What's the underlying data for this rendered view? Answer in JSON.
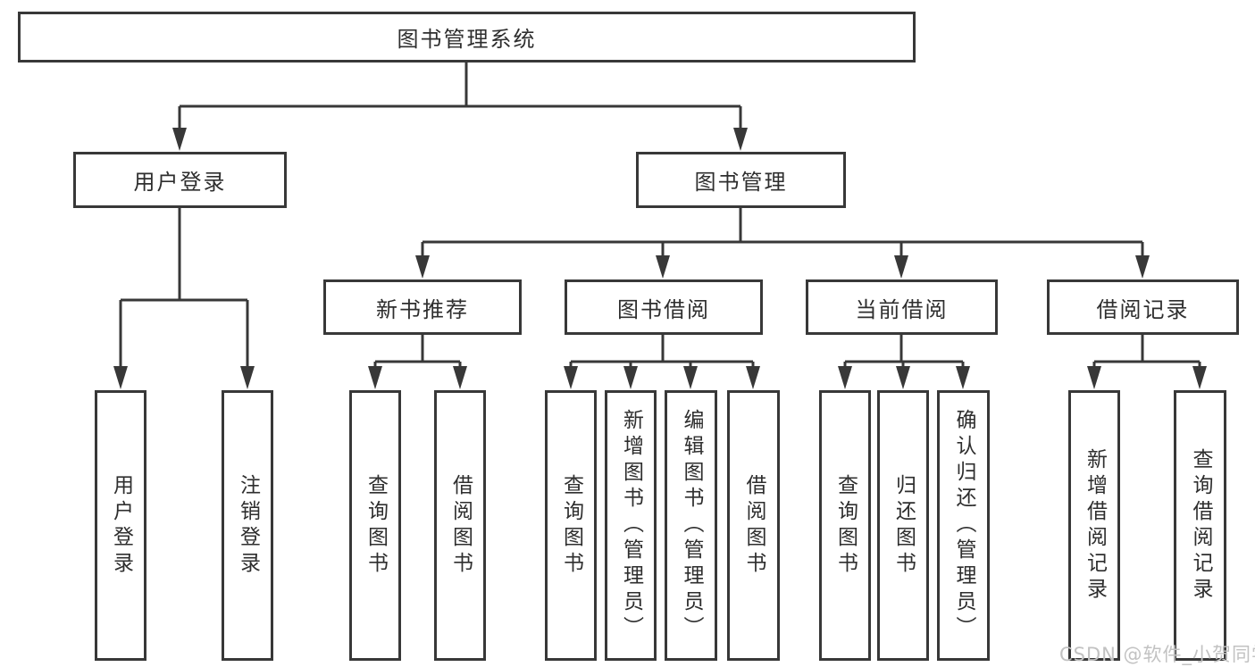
{
  "diagram": {
    "root": {
      "label": "图书管理系统"
    },
    "branches": [
      {
        "label": "用户登录",
        "children": [
          {
            "label": "用户登录"
          },
          {
            "label": "注销登录"
          }
        ]
      },
      {
        "label": "图书管理",
        "children": [
          {
            "label": "新书推荐",
            "children": [
              {
                "label": "查询图书"
              },
              {
                "label": "借阅图书"
              }
            ]
          },
          {
            "label": "图书借阅",
            "children": [
              {
                "label": "查询图书"
              },
              {
                "label": "新增图书（管理员）"
              },
              {
                "label": "编辑图书（管理员）"
              },
              {
                "label": "借阅图书"
              }
            ]
          },
          {
            "label": "当前借阅",
            "children": [
              {
                "label": "查询图书"
              },
              {
                "label": "归还图书"
              },
              {
                "label": "确认归还（管理员）"
              }
            ]
          },
          {
            "label": "借阅记录",
            "children": [
              {
                "label": "新增借阅记录"
              },
              {
                "label": "查询借阅记录"
              }
            ]
          }
        ]
      }
    ]
  },
  "watermark": {
    "text": "CSDN @软件_小贺同学"
  },
  "colors": {
    "line": "#383838",
    "box_border": "#383838",
    "text": "#2e2e2e",
    "watermark": "#c2c2c2",
    "background": "#ffffff"
  }
}
